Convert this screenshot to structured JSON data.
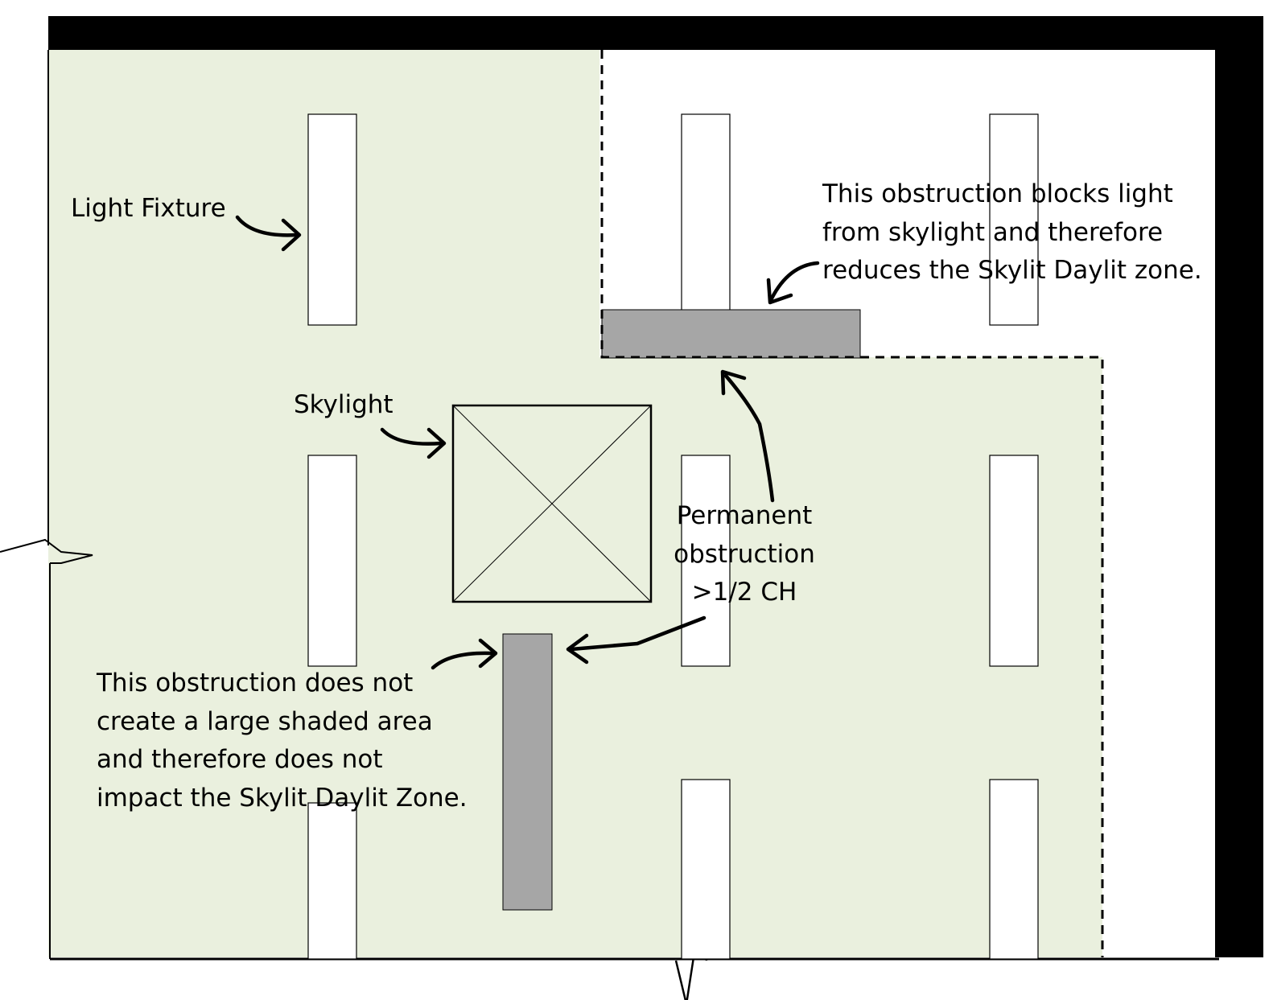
{
  "colors": {
    "daylit_zone": "#eaf0de",
    "wall": "#000000",
    "obstruction": "#a6a6a6",
    "fixture_fill": "#ffffff",
    "line": "#000000"
  },
  "labels": {
    "light_fixture": "Light Fixture",
    "skylight": "Skylight",
    "top_obstruction_note": [
      "This obstruction blocks light",
      "from skylight and therefore",
      "reduces the Skylit Daylit zone."
    ],
    "permanent_obstruction": [
      "Permanent",
      "obstruction",
      ">1/2 CH"
    ],
    "bottom_obstruction_note": [
      "This obstruction does not",
      "create a large shaded area",
      "and therefore does not",
      "impact the Skylit Daylit Zone."
    ]
  },
  "legend_items": [
    {
      "name": "light-fixture",
      "icon": "rectangle-outline"
    },
    {
      "name": "skylight",
      "icon": "square-with-x"
    },
    {
      "name": "permanent-obstruction",
      "icon": "gray-bar"
    }
  ]
}
